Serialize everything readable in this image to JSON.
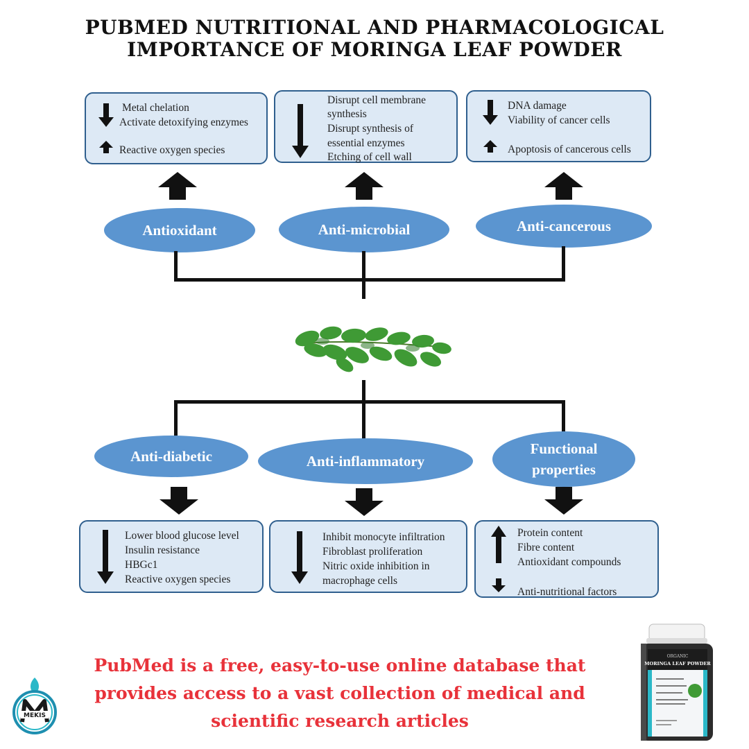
{
  "header": {
    "title_line1": "PUBMED NUTRITIONAL AND PHARMACOLOGICAL",
    "title_line2": "IMPORTANCE OF MORINGA LEAF POWDER"
  },
  "top_boxes": [
    {
      "lines": [
        "Metal chelation",
        "Activate detoxifying enzymes",
        "Reactive oxygen species"
      ]
    },
    {
      "lines": [
        "Disrupt cell membrane",
        "synthesis",
        "Disrupt synthesis of",
        "essential enzymes",
        "Etching of cell wall"
      ]
    },
    {
      "lines": [
        "DNA damage",
        "Viability of cancer cells",
        "Apoptosis of cancerous cells"
      ]
    }
  ],
  "top_categories": [
    "Antioxidant",
    "Anti-microbial",
    "Anti-cancerous"
  ],
  "bottom_categories": [
    "Anti-diabetic",
    "Anti-inflammatory",
    "Functional",
    "properties"
  ],
  "bottom_boxes": [
    {
      "lines": [
        "Lower blood glucose level",
        "Insulin resistance",
        "HBGc1",
        "Reactive oxygen species"
      ]
    },
    {
      "lines": [
        "Inhibit monocyte infiltration",
        "Fibroblast proliferation",
        "Nitric oxide inhibition in",
        "macrophage cells"
      ]
    },
    {
      "lines": [
        "Protein content",
        "Fibre content",
        "Antioxidant compounds",
        "Anti-nutritional factors"
      ]
    }
  ],
  "footer": {
    "line1": "PubMed is a free, easy-to-use online database that",
    "line2": "provides access to a vast collection of medical and",
    "line3": "scientific research articles"
  },
  "logo": {
    "text": "MEKIS"
  },
  "product": {
    "label_small": "ORGANIC",
    "label_main": "MORINGA LEAF POWDER"
  },
  "colors": {
    "box_fill": "#dde9f5",
    "box_border": "#2f5f8e",
    "ellipse_fill": "#5b95d0",
    "footer_text": "#e8323a",
    "leaf_green": "#3f9a35"
  }
}
